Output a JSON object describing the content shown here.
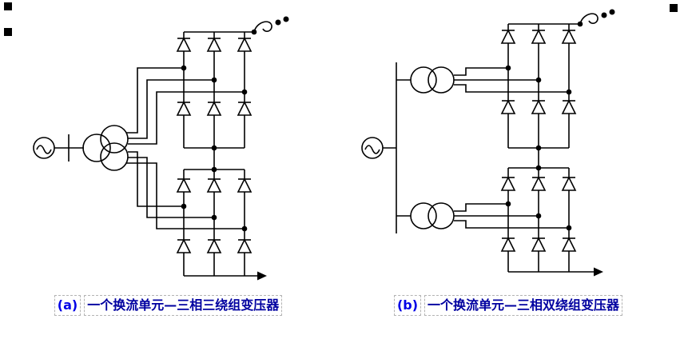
{
  "figure": {
    "background_color": "#ffffff",
    "line_color": "#000000",
    "caption_style": {
      "label_color": "#0000e6",
      "text_color": "#0000a0",
      "box_border_color": "#b4b4b4"
    },
    "icons": {
      "ac-source-icon": "circle with sine wave",
      "three-winding-transformer-icon": "three overlapping circles",
      "two-winding-transformer-icon": "two overlapping circles",
      "thyristor-valve-icon": "hollow triangle with bar",
      "smoothing-reactor-icon": "pigtail curl with two filled dots",
      "dc-output-arrow-icon": "right-pointing filled arrowhead",
      "junction-dot": "filled black circle",
      "anchor-square": "small black square"
    },
    "panels": [
      {
        "label": "(a)",
        "caption": "一个换流单元—三相三绕组变压器",
        "bridge_count": 2,
        "valves_per_bridge": 6,
        "transformer_count": 1,
        "transformer_circles": 3
      },
      {
        "label": "(b)",
        "caption": "一个换流单元—三相双绕组变压器",
        "bridge_count": 2,
        "valves_per_bridge": 6,
        "transformer_count": 2,
        "transformer_circles": 2
      }
    ]
  }
}
